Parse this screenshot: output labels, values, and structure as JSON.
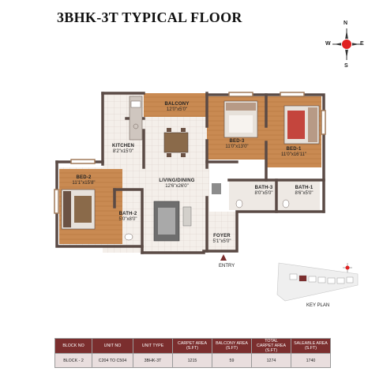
{
  "title": "3BHK-3T TYPICAL FLOOR",
  "compass": {
    "n": "N",
    "s": "S",
    "e": "E",
    "w": "W",
    "accent": "#e02020"
  },
  "rooms": {
    "balcony": {
      "name": "BALCONY",
      "size": "12'0\"x5'0\""
    },
    "kitchen": {
      "name": "KITCHEN",
      "size": "8'2\"x15'0\""
    },
    "bed3": {
      "name": "BED-3",
      "size": "11'0\"x13'0\""
    },
    "bed1": {
      "name": "BED-1",
      "size": "11'0\"x16'11\""
    },
    "bed2": {
      "name": "BED-2",
      "size": "11'1\"x15'8\""
    },
    "living": {
      "name": "LIVING/DINING",
      "size": "12'6\"x26'0\""
    },
    "bath3": {
      "name": "BATH-3",
      "size": "8'0\"x5'0\""
    },
    "bath1": {
      "name": "BATH-1",
      "size": "8'6\"x5'0\""
    },
    "bath2": {
      "name": "BATH-2",
      "size": "5'0\"x8'0\""
    },
    "foyer": {
      "name": "FOYER",
      "size": "5'1\"x5'0\""
    }
  },
  "entry": "ENTRY",
  "key_plan": "KEY PLAN",
  "colors": {
    "wall": "#5a4a45",
    "floor_tile": "#f4efea",
    "wood": "#c98a52",
    "table_header": "#7b2e2e",
    "table_row": "#e9dede"
  },
  "table": {
    "headers": [
      "BLOCK NO",
      "UNIT NO",
      "UNIT TYPE",
      "CARPET AREA\n(S.FT)",
      "BALCONY AREA\n(S.FT)",
      "TOTAL\nCARPET AREA\n(S.FT)",
      "SALEABLE AREA\n(S.FT)"
    ],
    "row": [
      "BLOCK - 2",
      "C204 TO C504",
      "3BHK-3T",
      "1215",
      "59",
      "1274",
      "1740"
    ]
  }
}
